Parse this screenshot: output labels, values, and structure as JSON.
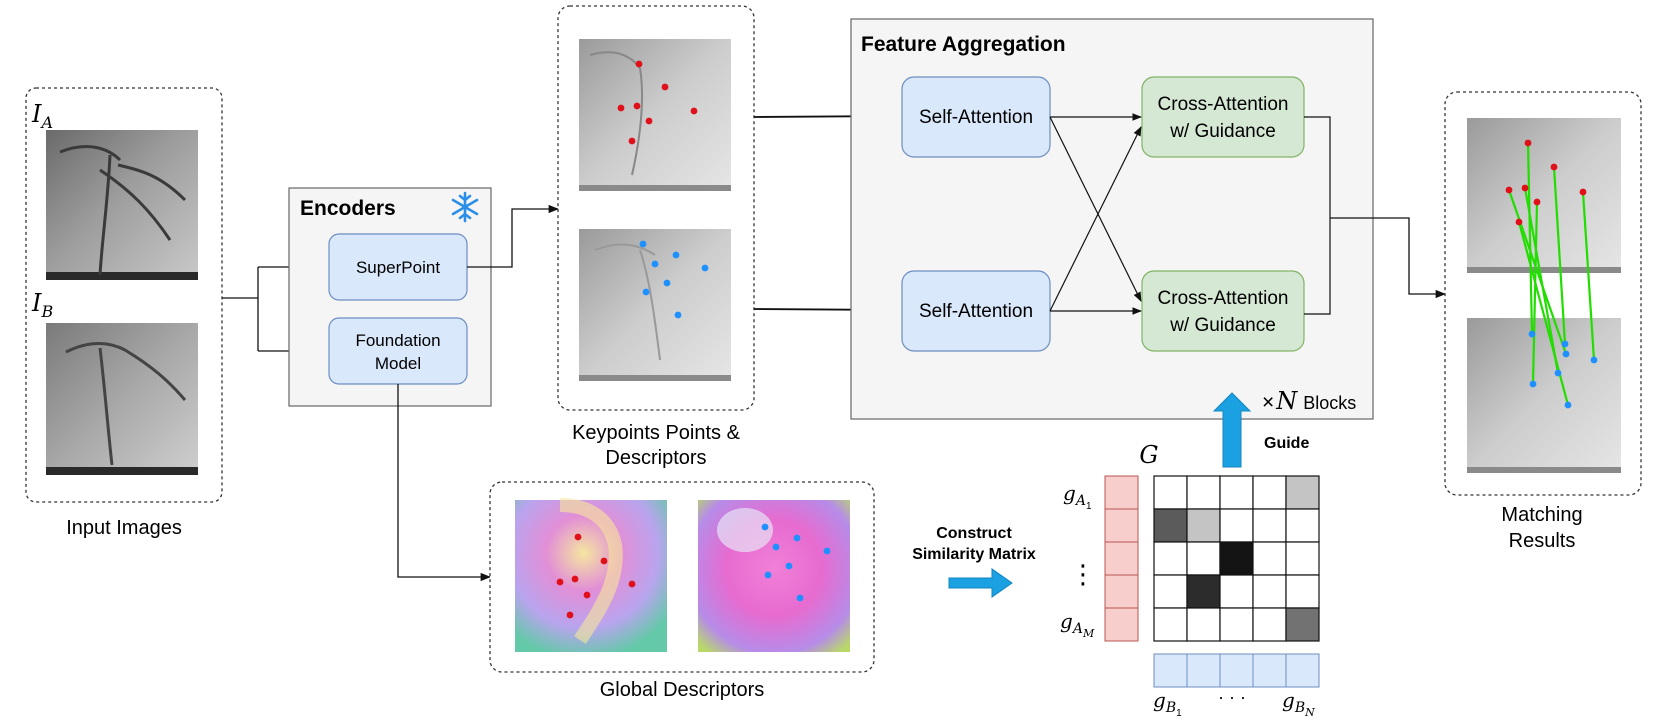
{
  "panels": {
    "input": {
      "caption": "Input Images",
      "label_a": {
        "main": "I",
        "sub": "A"
      },
      "label_b": {
        "main": "I",
        "sub": "B"
      }
    },
    "encoders": {
      "title": "Encoders",
      "superpoint": "SuperPoint",
      "foundation_line1": "Foundation",
      "foundation_line2": "Model",
      "frozen_icon": "snowflake-icon"
    },
    "keypoints": {
      "caption_line1": "Keypoints Points &",
      "caption_line2": "Descriptors"
    },
    "aggregation": {
      "title": "Feature Aggregation",
      "self_attention_top": "Self-Attention",
      "self_attention_bottom": "Self-Attention",
      "cross_top_line1": "Cross-Attention",
      "cross_top_line2": "w/ Guidance",
      "cross_bottom_line1": "Cross-Attention",
      "cross_bottom_line2": "w/ Guidance",
      "blocks_prefix": "×",
      "blocks_var": "N",
      "blocks_suffix": "Blocks"
    },
    "global": {
      "caption": "Global Descriptors"
    },
    "similarity": {
      "construct_line1": "Construct",
      "construct_line2": "Similarity Matrix",
      "guide": "Guide",
      "matrix_label": "G",
      "row_first": {
        "main": "g",
        "sub": "A",
        "subsub": "1"
      },
      "row_last": {
        "main": "g",
        "sub": "A",
        "subsub": "M"
      },
      "row_dots": "⋮",
      "col_first": {
        "main": "g",
        "sub": "B",
        "subsub": "1"
      },
      "col_last": {
        "main": "g",
        "sub": "B",
        "subsub": "N"
      },
      "col_dots": "· · ·",
      "cells": [
        [
          0,
          0,
          0,
          0,
          0.25
        ],
        [
          0.7,
          0.25,
          0,
          0,
          0
        ],
        [
          0,
          0,
          1,
          0,
          0
        ],
        [
          0,
          0.9,
          0,
          0,
          0
        ],
        [
          0,
          0,
          0,
          0,
          0.6
        ]
      ]
    },
    "results": {
      "caption_line1": "Matching",
      "caption_line2": "Results"
    }
  },
  "colors": {
    "blue_box_fill": "#dae8fc",
    "blue_box_stroke": "#6c8ebf",
    "green_box_fill": "#d5e8d4",
    "green_box_stroke": "#82b366",
    "panel_fill": "#f5f5f5",
    "vector_red_fill": "#f8cecc",
    "vector_red_stroke": "#b85450",
    "keypoint_red": "#e0101a",
    "keypoint_blue": "#1e90ff",
    "match_line": "#22dd00",
    "guide_arrow": "#1ba1e2"
  }
}
